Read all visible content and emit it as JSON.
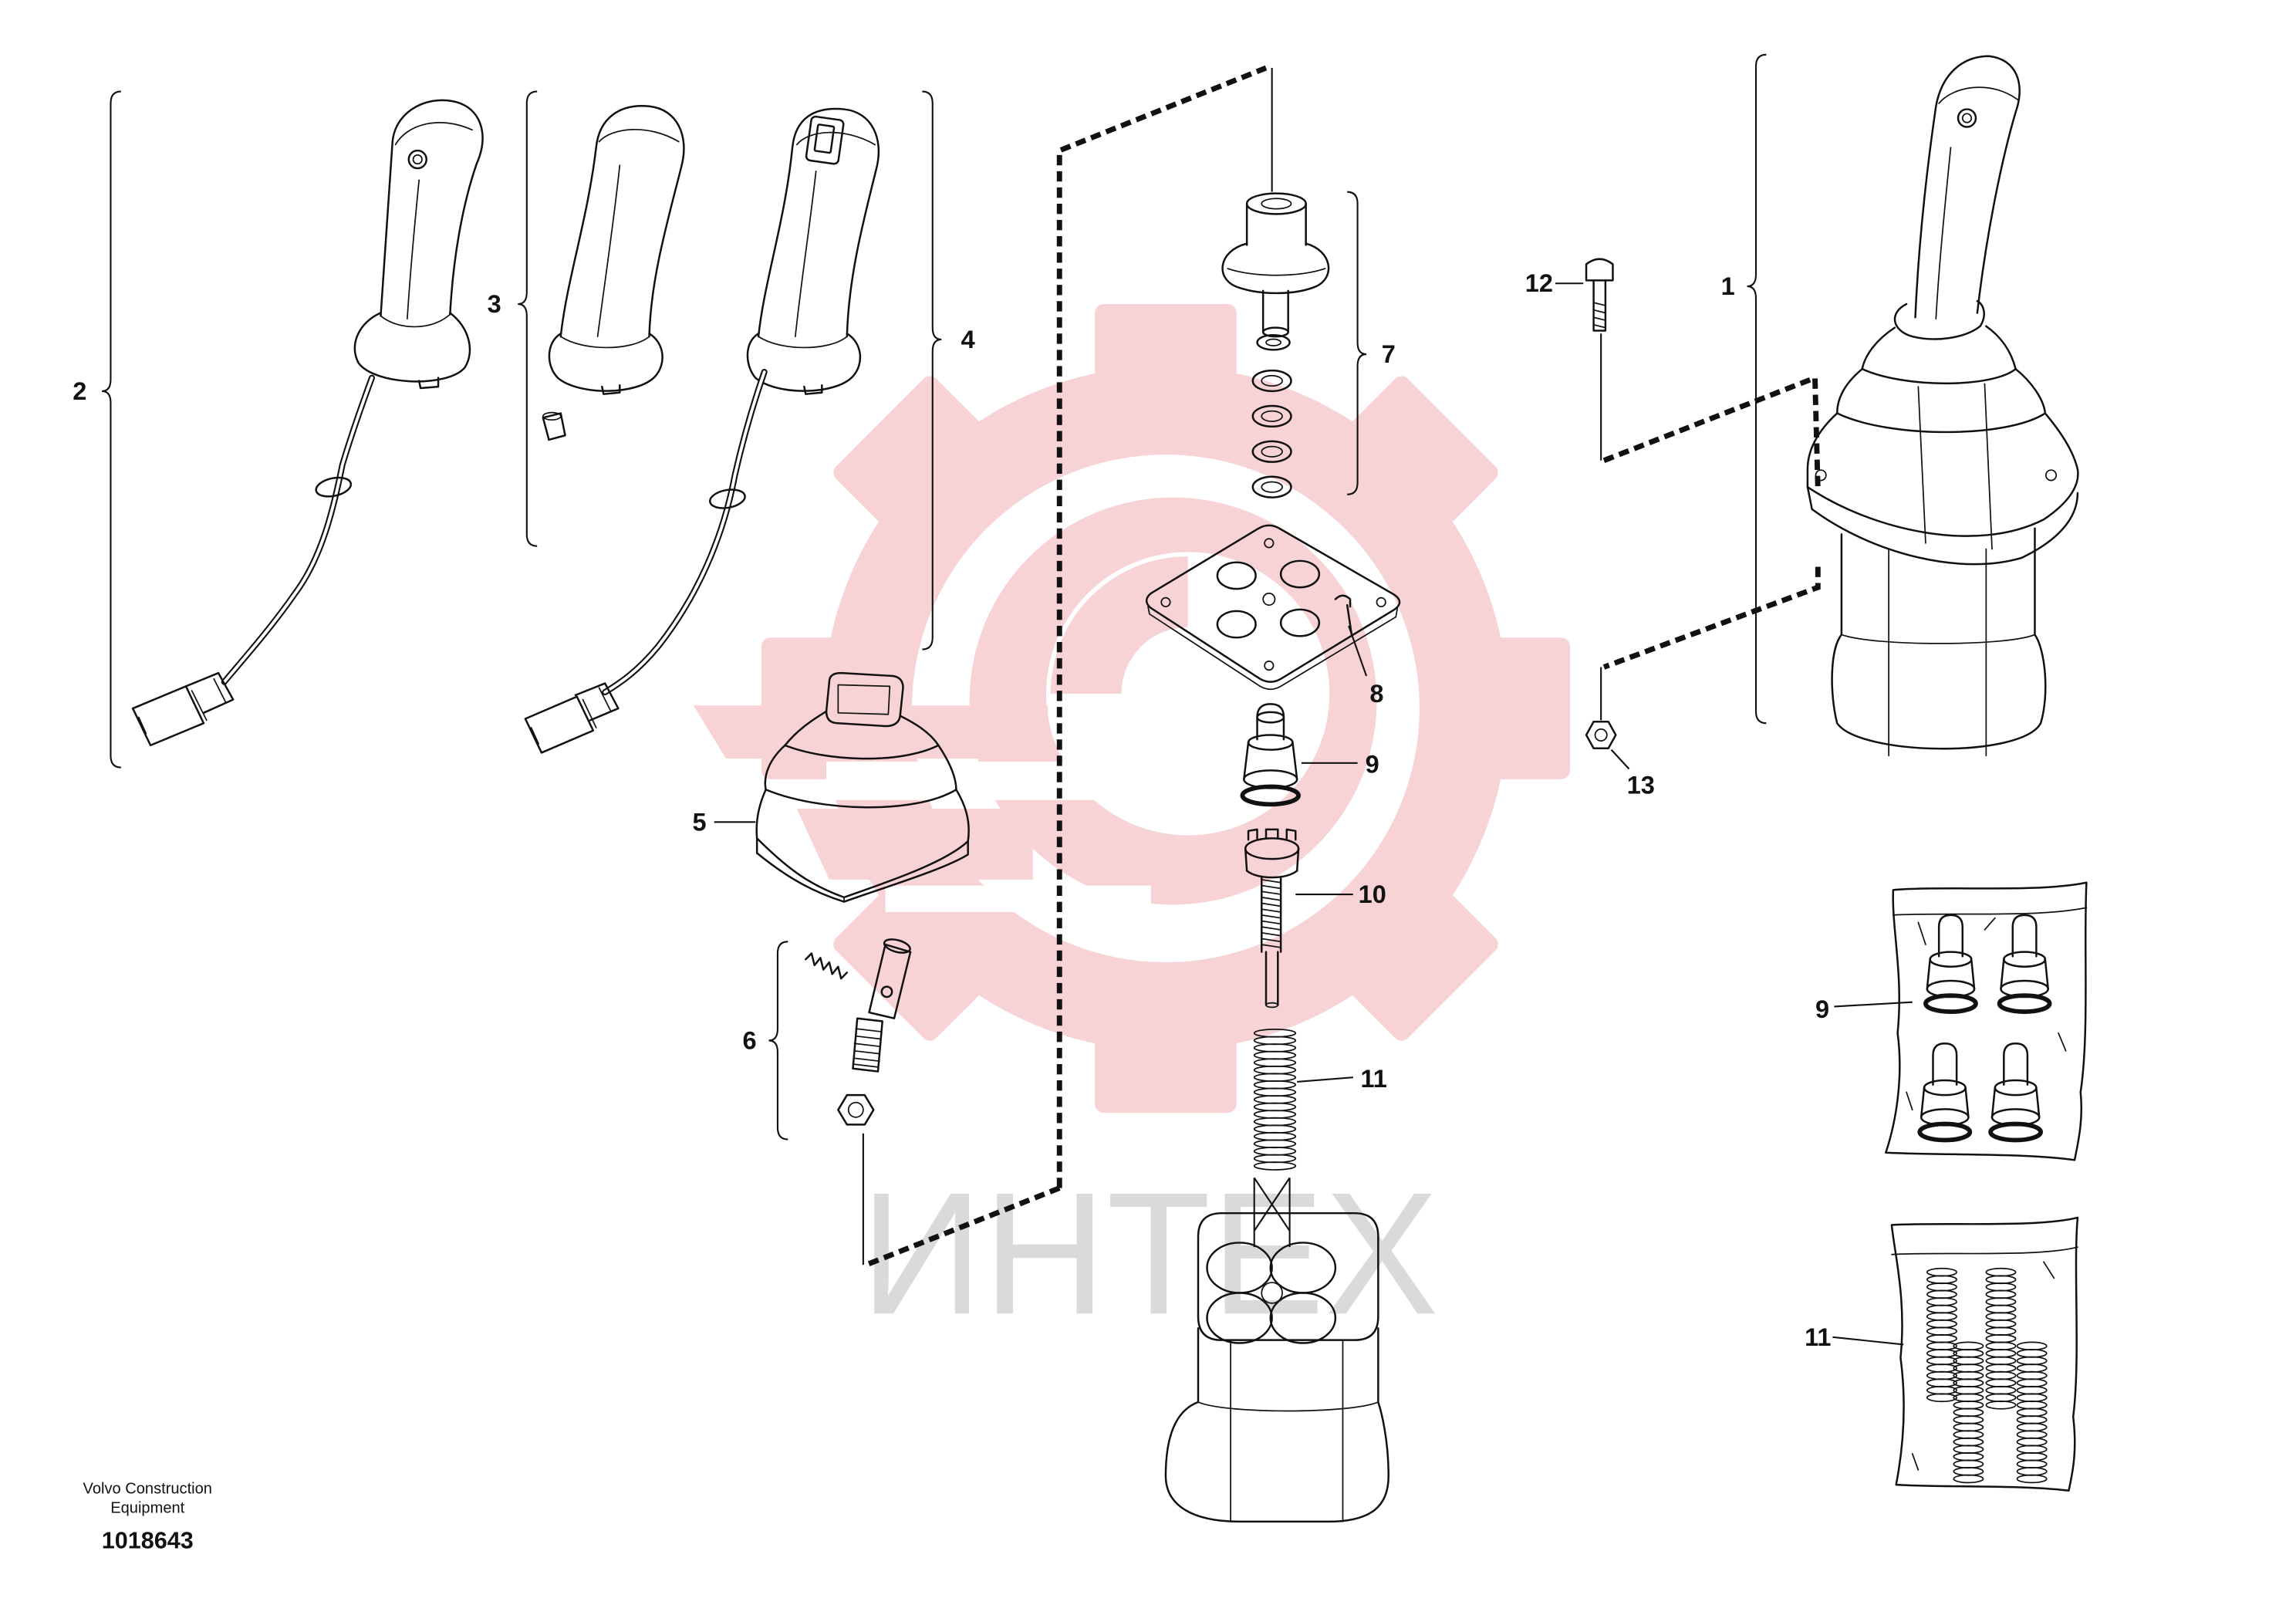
{
  "diagram": {
    "callouts": {
      "part_1": "1",
      "part_2": "2",
      "part_3": "3",
      "part_4": "4",
      "part_5": "5",
      "part_6": "6",
      "part_7": "7",
      "part_8": "8",
      "part_9": "9",
      "part_10": "10",
      "part_11": "11",
      "part_12": "12",
      "part_13": "13",
      "kit_9": "9",
      "kit_11": "11"
    }
  },
  "footer": {
    "maker_line1": "Volvo Construction",
    "maker_line2": "Equipment",
    "drawing_number": "1018643"
  },
  "watermark": {
    "text": "ИНТЕХ"
  },
  "colors": {
    "line": "#111111",
    "watermark_pink": "#f8d3d5",
    "watermark_text": "#dadada",
    "background": "#ffffff"
  }
}
